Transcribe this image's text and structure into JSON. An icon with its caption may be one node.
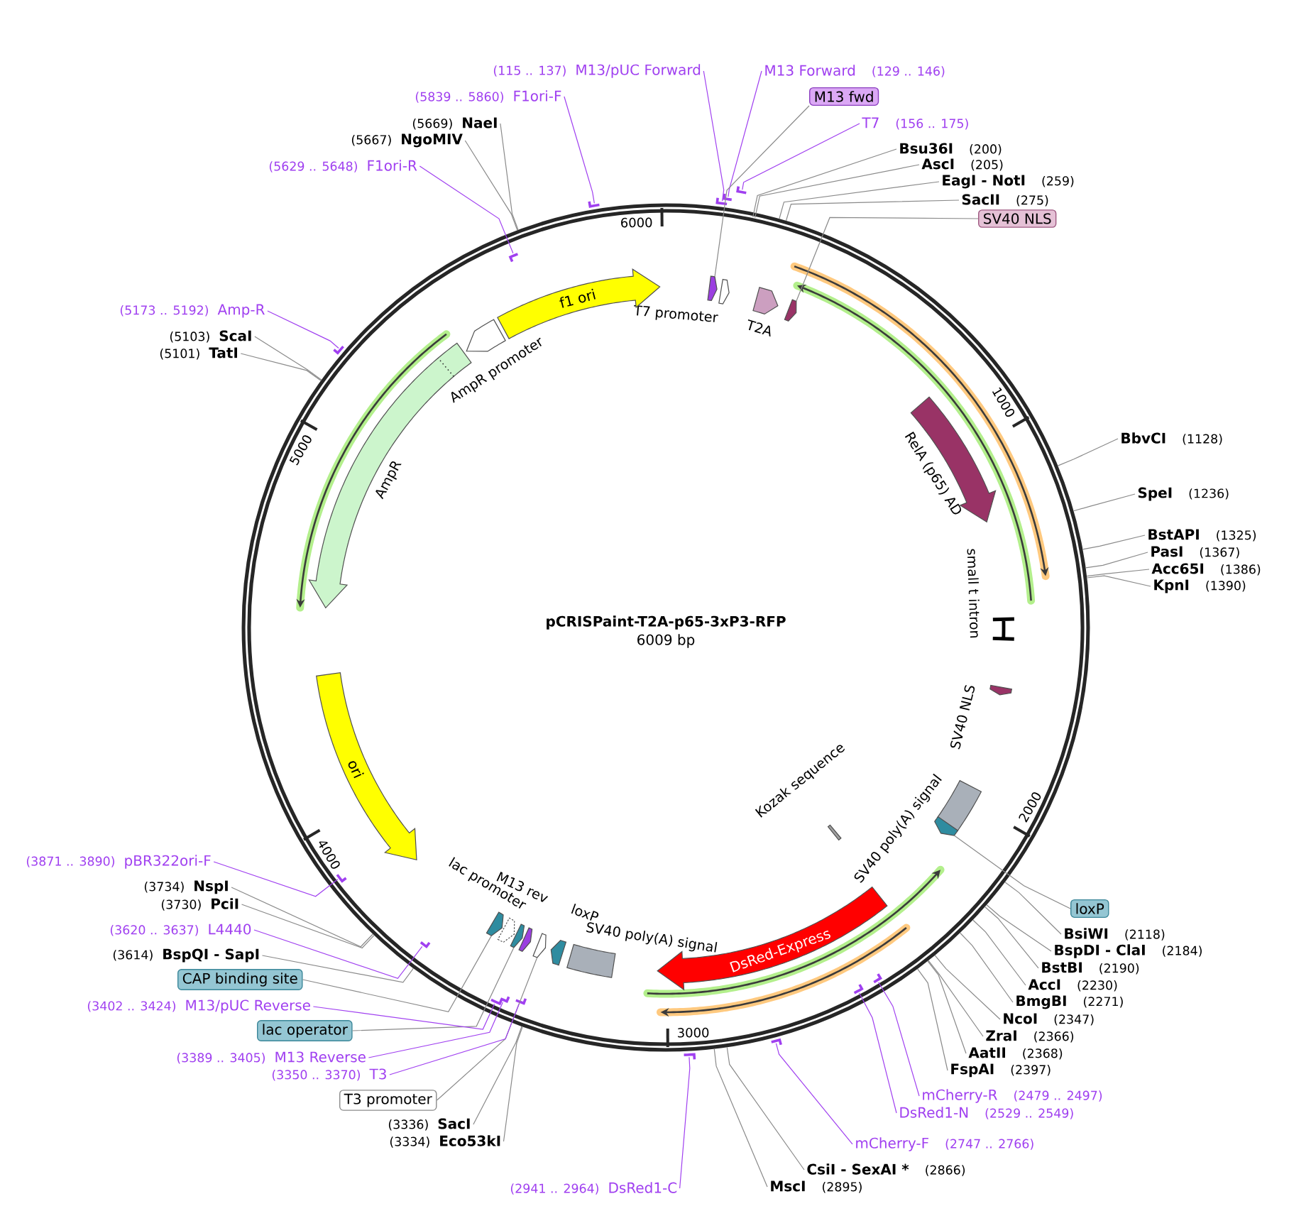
{
  "diagram": {
    "title": "pCRISPaint-T2A-p65-3xP3-RFP",
    "nodes": [
      {
        "text": [
          "(115 .. 137)",
          "M13/pUC Forward"
        ]
      },
      {
        "text": [
          "M13 Forward",
          "(129 .. 146)"
        ]
      },
      {
        "text": [
          "M13 fwd"
        ]
      },
      {
        "text": [
          "T7",
          "(156 .. 175)"
        ]
      },
      {
        "text": [
          "Bsu36I",
          "(200)"
        ]
      },
      {
        "text": [
          "AscI",
          "(205)"
        ]
      },
      {
        "text": [
          "EagI - NotI",
          "(259)"
        ]
      },
      {
        "text": [
          "SacII",
          "(275)"
        ]
      },
      {
        "text": [
          "SV40 NLS"
        ]
      },
      {
        "text": [
          "BbvCI",
          "(1128)"
        ]
      },
      {
        "text": [
          "SpeI",
          "(1236)"
        ]
      },
      {
        "text": [
          "BstAPI",
          "(1325)"
        ]
      },
      {
        "text": [
          "PasI",
          "(1367)"
        ]
      },
      {
        "text": [
          "Acc65I",
          "(1386)"
        ]
      },
      {
        "text": [
          "KpnI",
          "(1390)"
        ]
      },
      {
        "text": [
          "loxP"
        ]
      },
      {
        "text": [
          "BsiWI",
          "(2118)"
        ]
      },
      {
        "text": [
          "BspDI - ClaI",
          "(2184)"
        ]
      },
      {
        "text": [
          "BstBI",
          "(2190)"
        ]
      },
      {
        "text": [
          "AccI",
          "(2230)"
        ]
      },
      {
        "text": [
          "BmgBI",
          "(2271)"
        ]
      },
      {
        "text": [
          "NcoI",
          "(2347)"
        ]
      },
      {
        "text": [
          "ZraI",
          "(2366)"
        ]
      },
      {
        "text": [
          "AatII",
          "(2368)"
        ]
      },
      {
        "text": [
          "FspAI",
          "(2397)"
        ]
      },
      {
        "text": [
          "mCherry-R",
          "(2479 .. 2497)"
        ]
      },
      {
        "text": [
          "DsRed1-N",
          "(2529 .. 2549)"
        ]
      },
      {
        "text": [
          "mCherry-F",
          "(2747 .. 2766)"
        ]
      },
      {
        "text": [
          "CsiI - SexAI *",
          "(2866)"
        ]
      },
      {
        "text": [
          "MscI",
          "(2895)"
        ]
      },
      {
        "text": [
          "(2941 .. 2964)",
          "DsRed1-C"
        ]
      },
      {
        "text": [
          "(3336)",
          "SacI"
        ]
      },
      {
        "text": [
          "(3334)",
          "Eco53kI"
        ]
      },
      {
        "text": [
          "T3 promoter"
        ]
      },
      {
        "text": [
          "(3350 .. 3370)",
          "T3"
        ]
      },
      {
        "text": [
          "(3389 .. 3405)",
          "M13 Reverse"
        ]
      },
      {
        "text": [
          "lac operator"
        ]
      },
      {
        "text": [
          "(3402 .. 3424)",
          "M13/pUC Reverse"
        ]
      },
      {
        "text": [
          "CAP binding site"
        ]
      },
      {
        "text": [
          "(3614)",
          "BspQI - SapI"
        ]
      },
      {
        "text": [
          "(3620 .. 3637)",
          "L4440"
        ]
      },
      {
        "text": [
          "(3730)",
          "PciI"
        ]
      },
      {
        "text": [
          "(3734)",
          "NspI"
        ]
      },
      {
        "text": [
          "(3871 .. 3890)",
          "pBR322ori-F"
        ]
      },
      {
        "text": [
          "(5101)",
          "TatI"
        ]
      },
      {
        "text": [
          "(5103)",
          "ScaI"
        ]
      },
      {
        "text": [
          "(5173 .. 5192)",
          "Amp-R"
        ]
      },
      {
        "text": [
          "(5629 .. 5648)",
          "F1ori-R"
        ]
      },
      {
        "text": [
          "(5667)",
          "NgoMIV"
        ]
      },
      {
        "text": [
          "(5669)",
          "NaeI"
        ]
      },
      {
        "text": [
          "(5839 .. 5860)",
          "F1ori-F"
        ]
      },
      {
        "text": [],
        "shape": "arrow"
      },
      {
        "text": [],
        "shape": "arrow",
        "beside": [
          "T7 promoter"
        ]
      },
      {
        "text": [],
        "shape": "arrow",
        "beside": [
          "T2A"
        ]
      },
      {
        "text": [],
        "shape": "arrow"
      },
      {
        "text": [],
        "shape": "arrow",
        "beside": [
          "RelA (p65) AD"
        ]
      },
      {
        "text": [],
        "shape": "bar",
        "beside": [
          "small t intron"
        ]
      },
      {
        "text": [],
        "shape": "arrow",
        "beside": [
          "SV40 NLS"
        ]
      },
      {
        "text": [],
        "shape": "box",
        "beside": [
          "SV40 poly(A) signal"
        ]
      },
      {
        "text": [],
        "shape": "arrow"
      },
      {
        "text": [],
        "shape": "bar",
        "beside": [
          "Kozak sequence"
        ]
      },
      {
        "text": [
          "DsRed-Express"
        ]
      },
      {
        "text": [],
        "shape": "box",
        "beside": [
          "SV40 poly(A) signal"
        ]
      },
      {
        "text": [],
        "shape": "arrow",
        "beside": [
          "loxP"
        ]
      },
      {
        "text": [],
        "shape": "arrow"
      },
      {
        "text": [],
        "shape": "arrow"
      },
      {
        "text": [],
        "shape": "arrow"
      },
      {
        "text": [],
        "shape": "arrow",
        "beside": [
          "lac promoter"
        ]
      },
      {
        "text": [],
        "shape": "arrow"
      },
      {
        "text": [
          "ori"
        ]
      },
      {
        "text": [],
        "shape": "arrow",
        "beside": [
          "AmpR"
        ]
      },
      {
        "text": [],
        "shape": "arrow",
        "beside": [
          "AmpR promoter"
        ]
      },
      {
        "text": [
          "f1 ori"
        ]
      },
      {
        "text": [],
        "shape": "bar"
      },
      {
        "text": [],
        "shape": "bar"
      },
      {
        "text": [],
        "shape": "bar"
      },
      {
        "text": [],
        "shape": "bar"
      },
      {
        "text": [],
        "shape": "bar"
      },
      {
        "text": [],
        "shape": "bar"
      },
      {
        "text": [],
        "shape": "bar"
      },
      {
        "text": [],
        "shape": "bar"
      },
      {
        "text": [],
        "shape": "bar"
      },
      {
        "text": [],
        "shape": "bar"
      },
      {
        "text": [],
        "shape": "bar"
      },
      {
        "text": [],
        "shape": "bar"
      },
      {
        "text": [],
        "shape": "bar"
      },
      {
        "text": [],
        "shape": "bar"
      },
      {
        "text": [],
        "shape": "bar"
      }
    ],
    "edges": [
      {
        "from": 0,
        "to": 73,
        "arrow": "none",
        "color": "#a040f0"
      },
      {
        "from": 1,
        "to": 74,
        "arrow": "none",
        "color": "#a040f0"
      },
      {
        "from": 2,
        "to": 51,
        "arrow": "none"
      },
      {
        "from": 3,
        "to": 75,
        "arrow": "none",
        "color": "#a040f0"
      },
      {
        "from": 4,
        "to": null,
        "arrow": "none"
      },
      {
        "from": 5,
        "to": null,
        "arrow": "none"
      },
      {
        "from": 6,
        "to": null,
        "arrow": "none"
      },
      {
        "from": 7,
        "to": null,
        "arrow": "none"
      },
      {
        "from": 8,
        "to": 54,
        "arrow": "none"
      },
      {
        "from": 9,
        "to": null,
        "arrow": "none"
      },
      {
        "from": 10,
        "to": null,
        "arrow": "none"
      },
      {
        "from": 11,
        "to": null,
        "arrow": "none"
      },
      {
        "from": 12,
        "to": null,
        "arrow": "none"
      },
      {
        "from": 13,
        "to": null,
        "arrow": "none"
      },
      {
        "from": 14,
        "to": null,
        "arrow": "none"
      },
      {
        "from": 15,
        "to": 59,
        "arrow": "none"
      },
      {
        "from": 16,
        "to": null,
        "arrow": "none"
      },
      {
        "from": 17,
        "to": null,
        "arrow": "none"
      },
      {
        "from": 18,
        "to": null,
        "arrow": "none"
      },
      {
        "from": 19,
        "to": null,
        "arrow": "none"
      },
      {
        "from": 20,
        "to": null,
        "arrow": "none"
      },
      {
        "from": 21,
        "to": null,
        "arrow": "none"
      },
      {
        "from": 22,
        "to": null,
        "arrow": "none"
      },
      {
        "from": 23,
        "to": null,
        "arrow": "none"
      },
      {
        "from": 24,
        "to": null,
        "arrow": "none"
      },
      {
        "from": 25,
        "to": 76,
        "arrow": "none",
        "color": "#a040f0"
      },
      {
        "from": 26,
        "to": 77,
        "arrow": "none",
        "color": "#a040f0"
      },
      {
        "from": 27,
        "to": 78,
        "arrow": "none",
        "color": "#a040f0"
      },
      {
        "from": 28,
        "to": null,
        "arrow": "none"
      },
      {
        "from": 29,
        "to": null,
        "arrow": "none"
      },
      {
        "from": 30,
        "to": 79,
        "arrow": "none",
        "color": "#a040f0"
      },
      {
        "from": 31,
        "to": null,
        "arrow": "none"
      },
      {
        "from": 32,
        "to": null,
        "arrow": "none"
      },
      {
        "from": 33,
        "to": 64,
        "arrow": "none"
      },
      {
        "from": 34,
        "to": 80,
        "arrow": "none",
        "color": "#a040f0"
      },
      {
        "from": 35,
        "to": 81,
        "arrow": "none",
        "color": "#a040f0"
      },
      {
        "from": 36,
        "to": 66,
        "arrow": "none"
      },
      {
        "from": 37,
        "to": 82,
        "arrow": "none",
        "color": "#a040f0"
      },
      {
        "from": 38,
        "to": 68,
        "arrow": "none"
      },
      {
        "from": 39,
        "to": null,
        "arrow": "none"
      },
      {
        "from": 40,
        "to": 83,
        "arrow": "none",
        "color": "#a040f0"
      },
      {
        "from": 41,
        "to": null,
        "arrow": "none"
      },
      {
        "from": 42,
        "to": null,
        "arrow": "none"
      },
      {
        "from": 43,
        "to": 84,
        "arrow": "none",
        "color": "#a040f0"
      },
      {
        "from": 44,
        "to": null,
        "arrow": "none"
      },
      {
        "from": 45,
        "to": null,
        "arrow": "none"
      },
      {
        "from": 46,
        "to": 85,
        "arrow": "none",
        "color": "#a040f0"
      },
      {
        "from": 47,
        "to": 86,
        "arrow": "none",
        "color": "#a040f0"
      },
      {
        "from": 48,
        "to": null,
        "arrow": "none"
      },
      {
        "from": 49,
        "to": null,
        "arrow": "none"
      },
      {
        "from": 50,
        "to": 87,
        "arrow": "none",
        "color": "#a040f0"
      }
    ],
    "labels": [
      "6009 bp",
      "1000",
      "2000",
      "3000",
      "4000",
      "5000",
      "6000",
      "M13 rev"
    ]
  }
}
